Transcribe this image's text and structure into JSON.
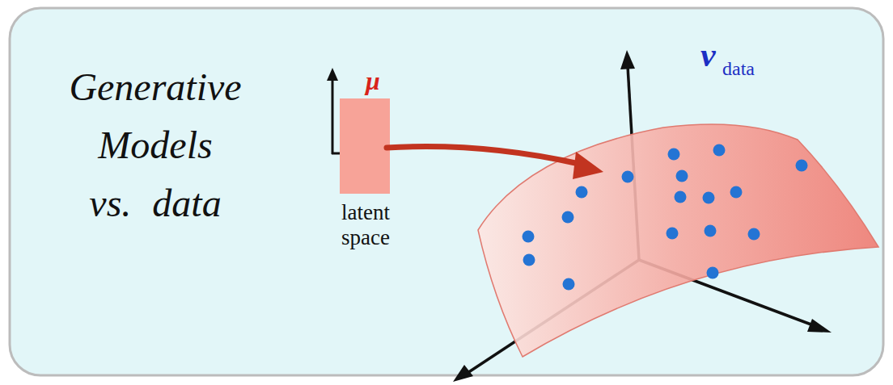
{
  "diagram": {
    "title": "Generative Models vs. data",
    "labels": [
      "μ",
      "ν",
      "data",
      "latent space"
    ]
  }
}
